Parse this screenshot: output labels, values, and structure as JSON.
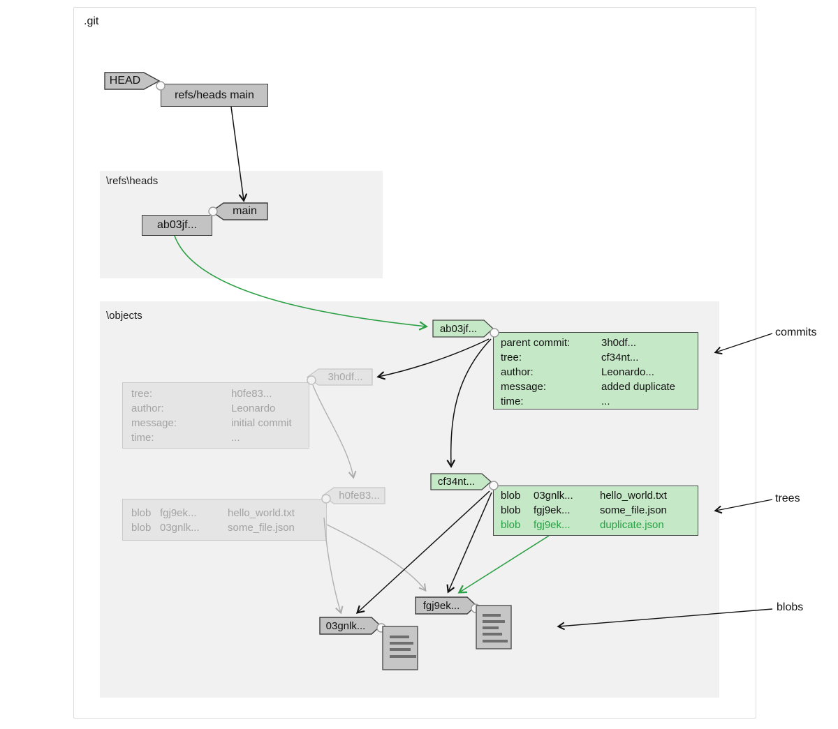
{
  "root_label": ".git",
  "panels": {
    "refs_heads_label": "\\refs\\heads",
    "objects_label": "\\objects"
  },
  "nodes": {
    "head_tag": "HEAD",
    "head_ref_box": "refs/heads main",
    "main_tag": "main",
    "branch_commit_box": "ab03jf...",
    "commit_new_tag": "ab03jf...",
    "commit_old_tag": "3h0df...",
    "tree_new_tag": "cf34nt...",
    "tree_old_tag": "h0fe83...",
    "blob1_tag": "03gnlk...",
    "blob2_tag": "fgj9ek..."
  },
  "commit_new": {
    "rows": [
      {
        "label": "parent commit:",
        "value": "3h0df..."
      },
      {
        "label": "tree:",
        "value": "cf34nt..."
      },
      {
        "label": "author:",
        "value": "Leonardo..."
      },
      {
        "label": "message:",
        "value": "added duplicate"
      },
      {
        "label": "time:",
        "value": "..."
      }
    ]
  },
  "commit_old": {
    "rows": [
      {
        "label": "tree:",
        "value": "h0fe83..."
      },
      {
        "label": "author:",
        "value": "Leonardo"
      },
      {
        "label": "message:",
        "value": "initial commit"
      },
      {
        "label": "time:",
        "value": "..."
      }
    ]
  },
  "tree_new": {
    "rows": [
      {
        "type": "blob",
        "hash": "03gnlk...",
        "name": "hello_world.txt"
      },
      {
        "type": "blob",
        "hash": "fgj9ek...",
        "name": "some_file.json"
      },
      {
        "type": "blob",
        "hash": "fgj9ek...",
        "name": "duplicate.json"
      }
    ]
  },
  "tree_old": {
    "rows": [
      {
        "type": "blob",
        "hash": "fgj9ek...",
        "name": "hello_world.txt"
      },
      {
        "type": "blob",
        "hash": "03gnlk...",
        "name": "some_file.json"
      }
    ]
  },
  "annotations": {
    "commits": "commits",
    "trees": "trees",
    "blobs": "blobs"
  },
  "colors": {
    "green_fill": "#c5e8c7",
    "green_text": "#28a144",
    "gray_fill": "#c3c3c3",
    "faded_fill": "#e5e5e5",
    "faded_text": "#a3a3a3",
    "panel_bg": "#f1f1f1"
  }
}
